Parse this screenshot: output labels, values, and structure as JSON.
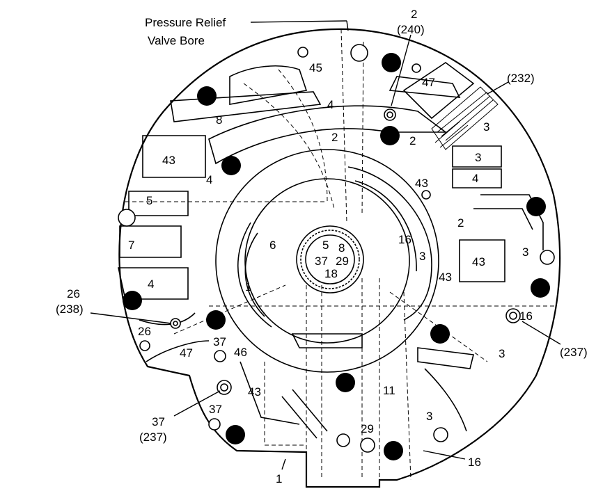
{
  "callouts": {
    "pressure_relief_line1": "Pressure Relief",
    "pressure_relief_line2": "Valve Bore",
    "c2_line1": "2",
    "c2_line2": "(240)",
    "c232": "(232)",
    "c26_line1": "26",
    "c26_line2": "(238)",
    "c237_right": "(237)",
    "c37_line1": "37",
    "c37_line2": "(237)",
    "c16_bottom": "16",
    "c1_bottom": "1"
  },
  "passages": {
    "p45": "45",
    "p47_top": "47",
    "p4_top": "4",
    "p8": "8",
    "p3_upper": "3",
    "p2_upper": "2",
    "p2_mid": "2",
    "p43_left": "43",
    "p3_box": "3",
    "p4_box": "4",
    "p4_left": "4",
    "p5": "5",
    "p43_center": "43",
    "p2_right": "2",
    "p7": "7",
    "p6": "6",
    "p16_center": "16",
    "p3_center": "3",
    "p43_box": "43",
    "p3_right": "3",
    "p4_lower": "4",
    "p1_mid": "1",
    "p43_right": "43",
    "p26": "26",
    "p37_a": "37",
    "p46": "46",
    "p47_lower": "47",
    "p16_right": "16",
    "p3_lower_right": "3",
    "p43_bottom": "43",
    "p11": "11",
    "p37_b": "37",
    "p29_bottom": "29",
    "p3_bottom": "3"
  },
  "hub": {
    "h5": "5",
    "h8": "8",
    "h37": "37",
    "h29": "29",
    "h18": "18"
  }
}
